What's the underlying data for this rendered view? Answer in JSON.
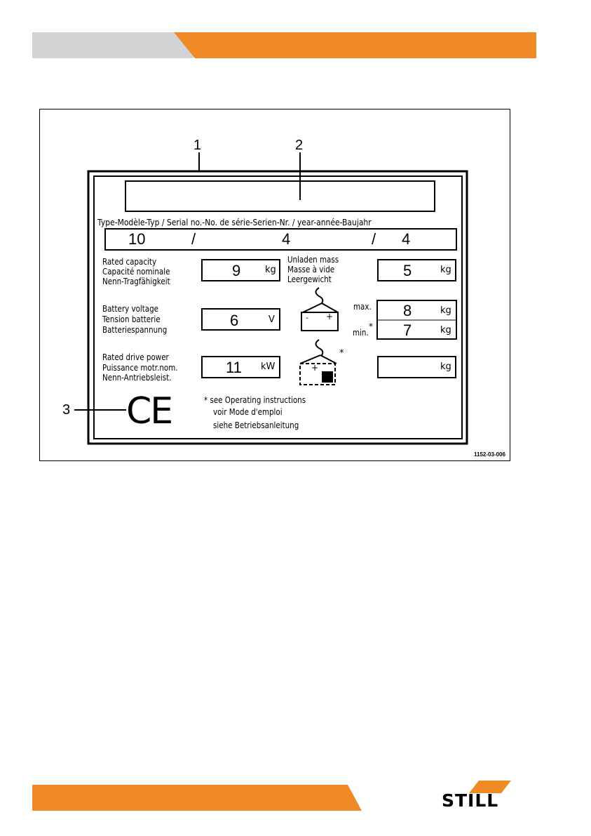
{
  "figure_id": "1152-03-006",
  "callouts": {
    "c1": "1",
    "c2": "2",
    "c3": "3"
  },
  "plate": {
    "header_line": "Type-Modèle-Typ  / Serial no.-No. de série-Serien-Nr.  / year-année-Baujahr",
    "row_numbers": {
      "type": "10",
      "sep1": "/",
      "serial": "4",
      "sep2": "/",
      "year": "4"
    },
    "rated_capacity": {
      "l1": "Rated capacity",
      "l2": "Capacité nominale",
      "l3": "Nenn-Tragfähigkeit",
      "value": "9",
      "unit": "kg"
    },
    "unladen_mass": {
      "l1": "Unladen mass",
      "l2": "Masse à vide",
      "l3": "Leergewicht",
      "value": "5",
      "unit": "kg"
    },
    "battery_voltage": {
      "l1": "Battery voltage",
      "l2": "Tension batterie",
      "l3": "Batteriespannung",
      "value": "6",
      "unit": "V"
    },
    "battery_mass": {
      "max_label": "max.",
      "min_label": "min.",
      "star": "*",
      "max_value": "8",
      "min_value": "7",
      "unit": "kg"
    },
    "battery_terminals": {
      "minus": "-",
      "plus": "+"
    },
    "ballast_terminal": "+",
    "ballast_star": "*",
    "rated_drive_power": {
      "l1": "Rated drive power",
      "l2": "Puissance motr.nom.",
      "l3": "Nenn-Antriebsleist.",
      "value": "11",
      "unit": "kW"
    },
    "ballast_mass_unit": "kg",
    "ce_mark": "CE",
    "note": {
      "l1": "* see Operating instructions",
      "l2": "voir Mode d'emploi",
      "l3": "siehe Betriebsanleitung"
    }
  },
  "brand": "STILL",
  "colors": {
    "accent_orange": "#f08a24",
    "header_gray": "#d2d3d5"
  }
}
